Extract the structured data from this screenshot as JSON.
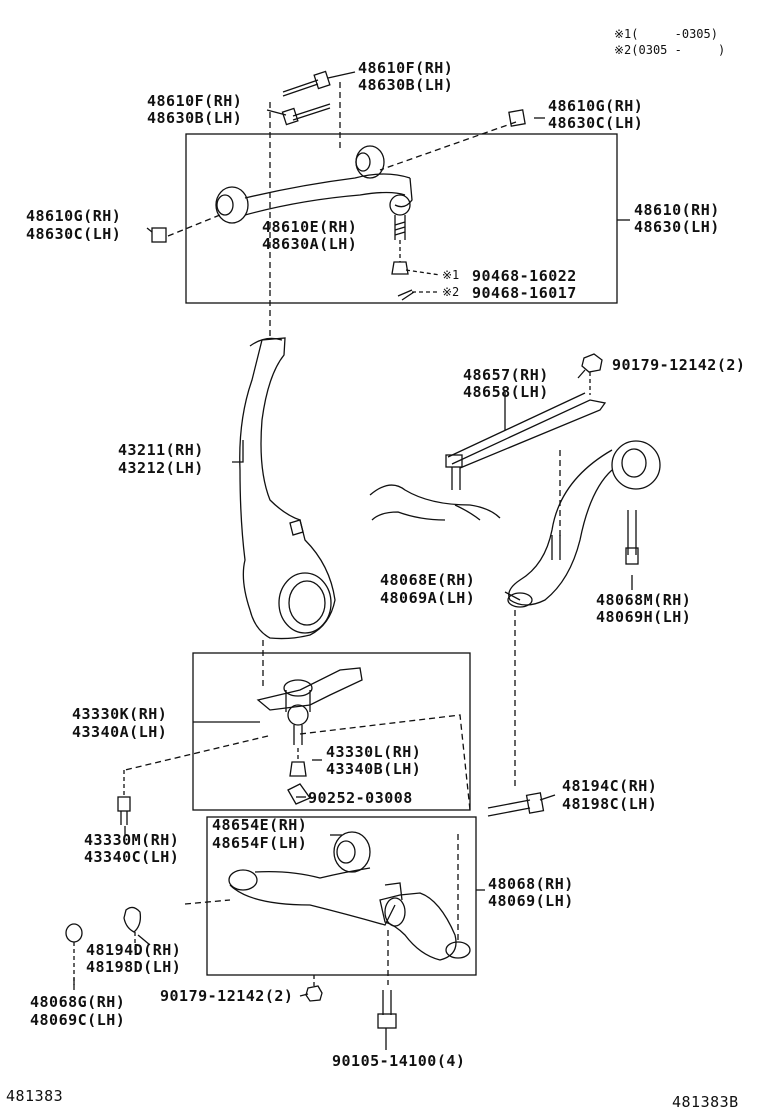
{
  "notes": {
    "note1": "※1(     -0305)",
    "note2": "※2(0305 -     )"
  },
  "labels": {
    "b_48610F_rh": "48610F(RH)",
    "b_48630B_lh_top": "48630B(LH)",
    "b_48610F_rh_2": "48610F(RH)",
    "b_48630B_lh_2": "48630B(LH)",
    "b_48610G_rh_top": "48610G(RH)",
    "b_48630C_lh_top": "48630C(LH)",
    "b_48610G_rh_left": "48610G(RH)",
    "b_48630C_lh_left": "48630C(LH)",
    "b_48610E_rh": "48610E(RH)",
    "b_48630A_lh": "48630A(LH)",
    "b_48610_rh": "48610(RH)",
    "b_48630_lh": "48630(LH)",
    "note1_mark": "※1",
    "note2_mark": "※2",
    "p_90468_16022": "90468-16022",
    "p_90468_16017": "90468-16017",
    "p_90179_12142_top": "90179-12142(2)",
    "p_48657_rh": "48657(RH)",
    "p_48658_lh": "48658(LH)",
    "p_43211_rh": "43211(RH)",
    "p_43212_lh": "43212(LH)",
    "p_48068E_rh": "48068E(RH)",
    "p_48069A_lh": "48069A(LH)",
    "p_48068M_rh": "48068M(RH)",
    "p_48069H_lh": "48069H(LH)",
    "p_43330K_rh": "43330K(RH)",
    "p_43340A_lh": "43340A(LH)",
    "p_43330L_rh": "43330L(RH)",
    "p_43340B_lh": "43340B(LH)",
    "p_90252_03008": "90252-03008",
    "p_48194C_rh": "48194C(RH)",
    "p_48198C_lh": "48198C(LH)",
    "p_43330M_rh": "43330M(RH)",
    "p_43340C_lh": "43340C(LH)",
    "p_48654E_rh": "48654E(RH)",
    "p_48654F_lh": "48654F(LH)",
    "p_48068_rh": "48068(RH)",
    "p_48069_lh": "48069(LH)",
    "p_48194D_rh": "48194D(RH)",
    "p_48198D_lh": "48198D(LH)",
    "p_48068G_rh": "48068G(RH)",
    "p_48069C_lh": "48069C(LH)",
    "p_90179_12142_bot": "90179-12142(2)",
    "p_90105_14100": "90105-14100(4)"
  },
  "footer": {
    "left_code": "481383",
    "right_code": "481383B"
  }
}
